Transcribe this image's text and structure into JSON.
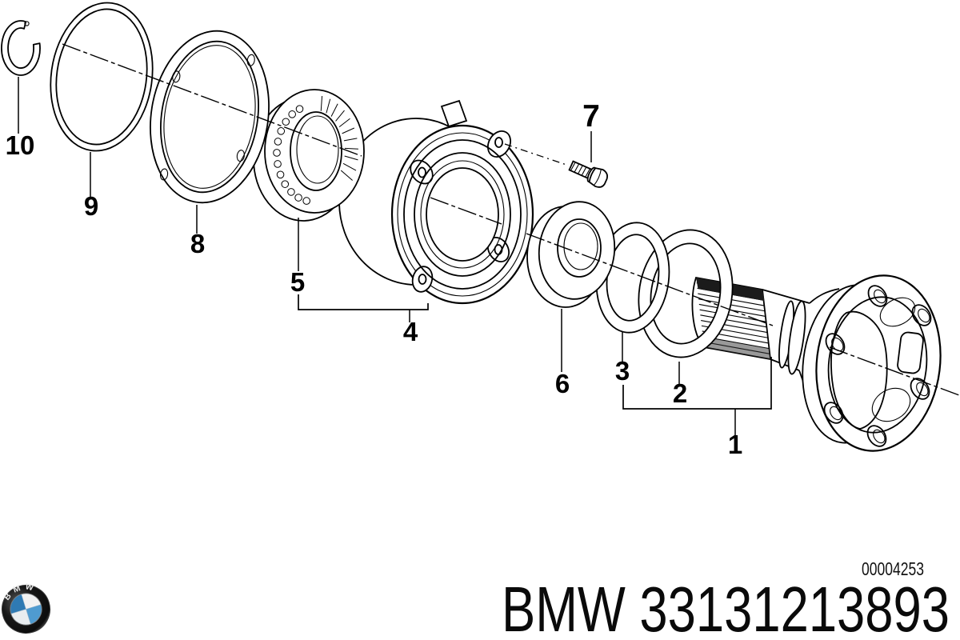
{
  "branding": {
    "logo_letters": "BMW",
    "title": "BMW 33131213893",
    "diagram_code": "00004253"
  },
  "callouts": {
    "n1": "1",
    "n2": "2",
    "n3": "3",
    "n4": "4",
    "n5": "5",
    "n6": "6",
    "n7": "7",
    "n8": "8",
    "n9": "9",
    "n10": "10"
  },
  "colors": {
    "background": "#ffffff",
    "line": "#000000",
    "logo_blue_dark": "#2f7ab3",
    "logo_blue_light": "#4f9bd0",
    "logo_ring": "#1c1c1c"
  }
}
